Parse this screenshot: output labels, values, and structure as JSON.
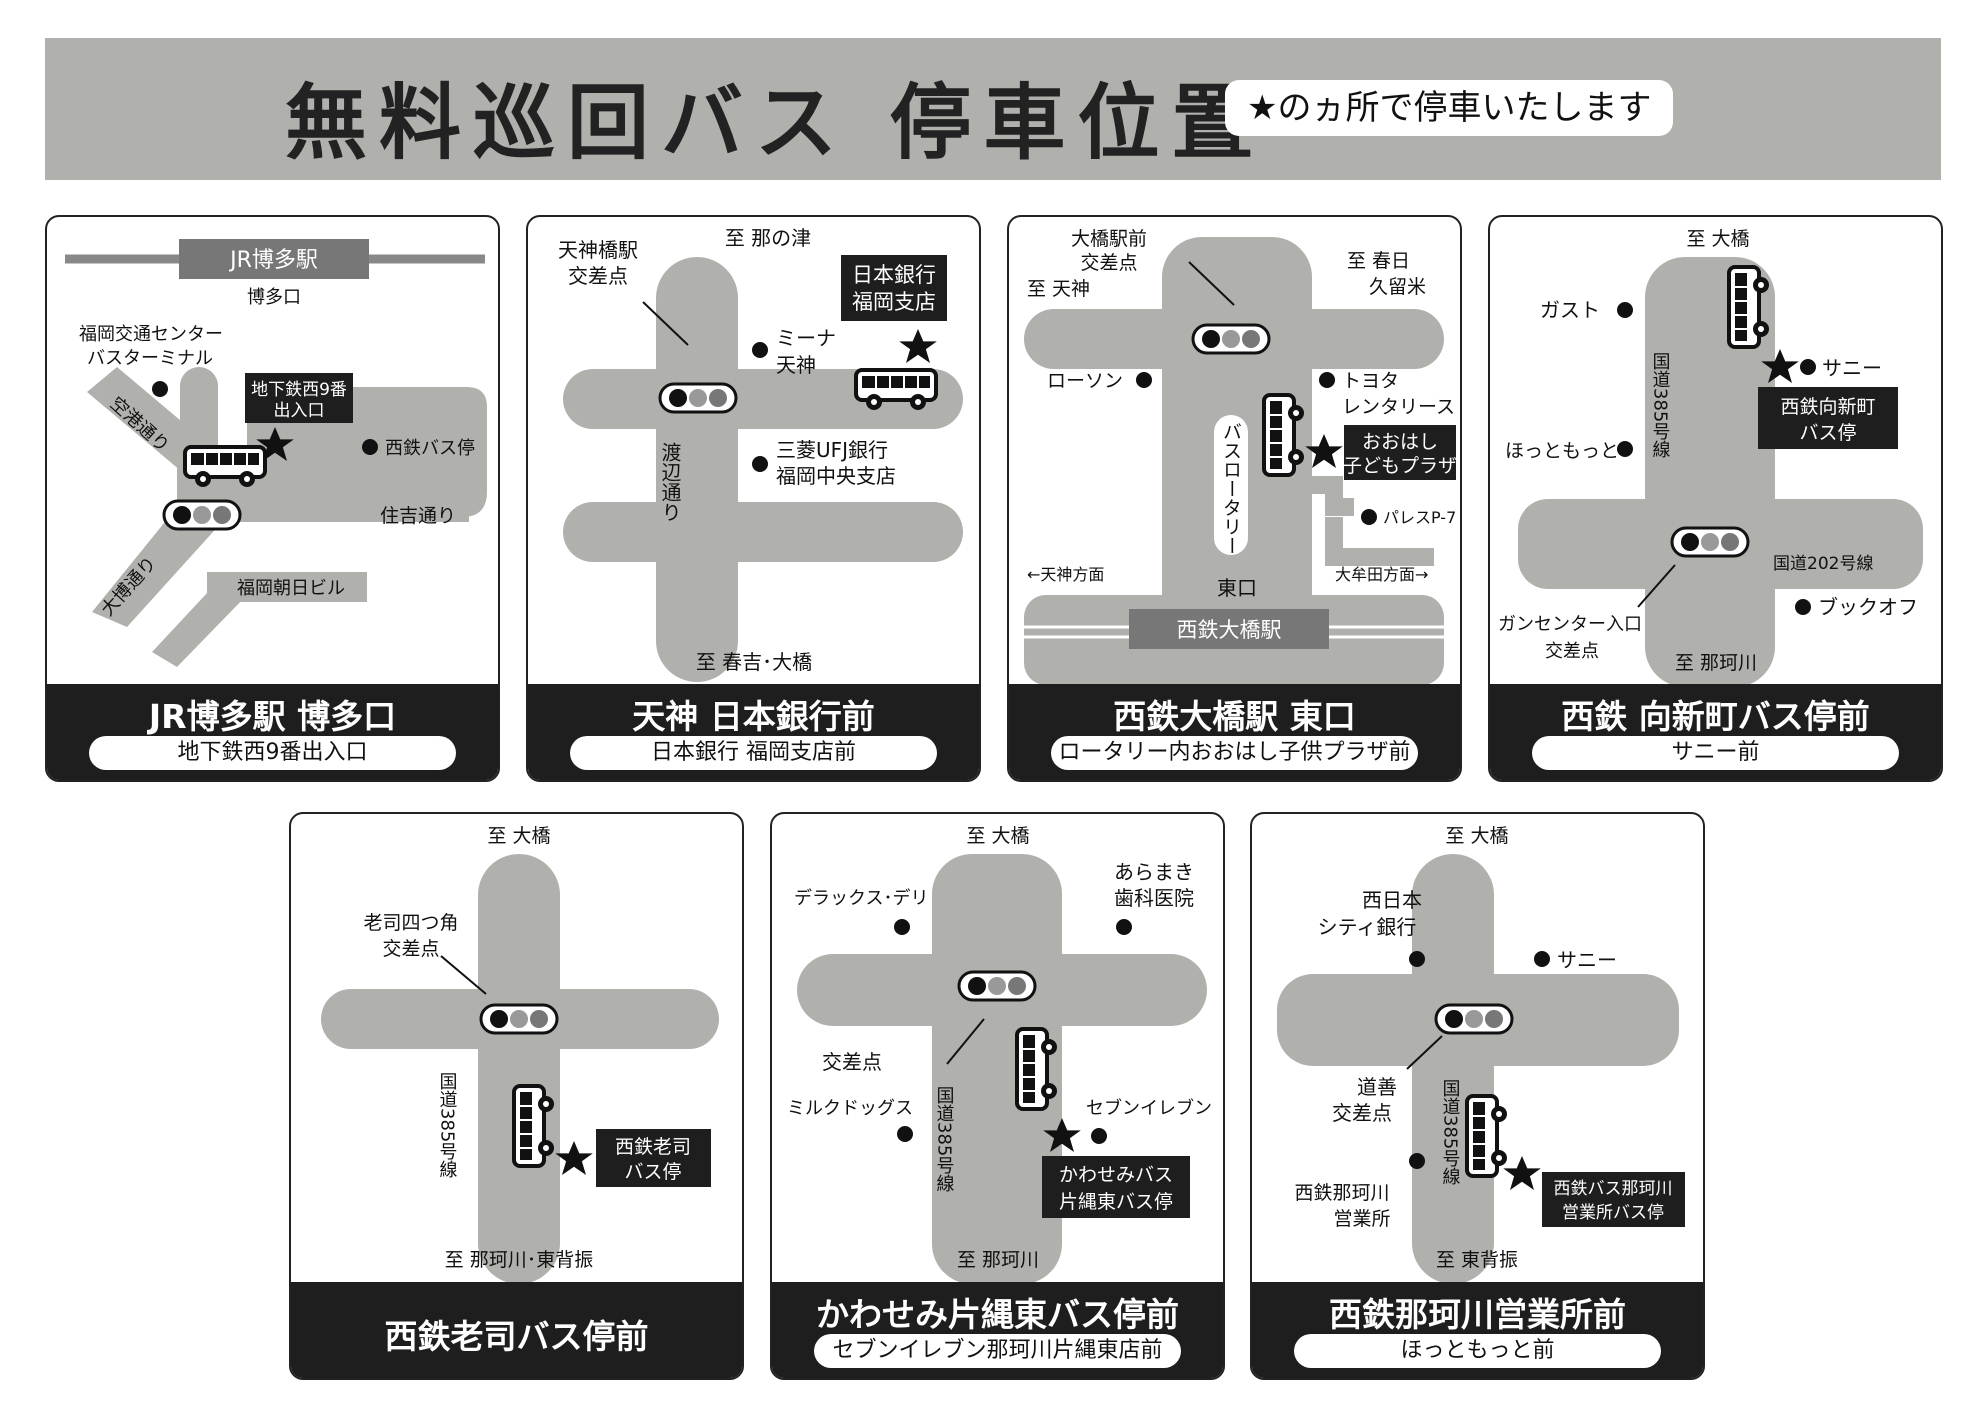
{
  "header": {
    "title": "無料巡回バス 停車位置",
    "note": "★のヵ所で停車いたします"
  },
  "colors": {
    "road": "#b0b1ad",
    "dark": "#1e1e1e",
    "light_gray": "#b0b1ad"
  },
  "cards": [
    {
      "title": "JR博多駅 博多口",
      "subtitle": "地下鉄西9番出入口",
      "labels": {
        "station": "JR博多駅",
        "exit": "博多口",
        "center1": "福岡交通センター",
        "center2": "バスターミナル",
        "subway1": "地下鉄西9番",
        "subway2": "出入口",
        "nishitetsu_stop": "西鉄バス停",
        "airport_st": "空港通り",
        "sumiyoshi_st": "住吉通り",
        "ohaku_st": "大博通り",
        "asahi_bldg": "福岡朝日ビル"
      }
    },
    {
      "title": "天神 日本銀行前",
      "subtitle": "日本銀行 福岡支店前",
      "labels": {
        "to_north": "至 那の津",
        "crossing1": "天神橋駅",
        "crossing2": "交差点",
        "boj1": "日本銀行",
        "boj2": "福岡支店",
        "mina1": "ミーナ",
        "mina2": "天神",
        "watanabe": "渡辺通り",
        "ufj1": "三菱UFJ銀行",
        "ufj2": "福岡中央支店",
        "to_south": "至 春吉･大橋"
      }
    },
    {
      "title": "西鉄大橋駅 東口",
      "subtitle": "ロータリー内おおはし子供プラザ前",
      "labels": {
        "crossing1": "大橋駅前",
        "crossing2": "交差点",
        "to_tenjin": "至 天神",
        "to_kasuga1": "至 春日",
        "to_kasuga2": "久留米",
        "lawson": "ローソン",
        "toyota1": "トヨタ",
        "toyota2": "レンタリース",
        "rotary": "バスロータリー",
        "plaza1": "おおはし",
        "plaza2": "子どもプラザ",
        "palace": "パレスP-7",
        "tenjin_dir": "←天神方面",
        "omuta_dir": "大牟田方面→",
        "east_exit": "東口",
        "station": "西鉄大橋駅"
      }
    },
    {
      "title": "西鉄 向新町バス停前",
      "subtitle": "サニー前",
      "labels": {
        "to_ohashi": "至 大橋",
        "gusto": "ガスト",
        "sunny": "サニー",
        "stop1": "西鉄向新町",
        "stop2": "バス停",
        "hotto": "ほっともっと",
        "route385": "国道385号線",
        "route202": "国道202号線",
        "crossing1": "ガンセンター入口",
        "crossing2": "交差点",
        "bookoff": "ブックオフ",
        "to_nakagawa": "至 那珂川"
      }
    },
    {
      "title": "西鉄老司バス停前",
      "subtitle": "",
      "labels": {
        "to_ohashi": "至 大橋",
        "crossing1": "老司四つ角",
        "crossing2": "交差点",
        "route385": "国道385号線",
        "stop1": "西鉄老司",
        "stop2": "バス停",
        "to_south": "至 那珂川･東背振"
      }
    },
    {
      "title": "かわせみ片縄東バス停前",
      "subtitle": "セブンイレブン那珂川片縄東店前",
      "labels": {
        "to_ohashi": "至 大橋",
        "deluxe": "デラックス･デリ",
        "dental1": "あらまき",
        "dental2": "歯科医院",
        "crossing": "交差点",
        "milk": "ミルクドッグス",
        "route385": "国道385号線",
        "seven": "セブンイレブン",
        "stop1": "かわせみバス",
        "stop2": "片縄東バス停",
        "to_nakagawa": "至 那珂川"
      }
    },
    {
      "title": "西鉄那珂川営業所前",
      "subtitle": "ほっともっと前",
      "labels": {
        "to_ohashi": "至 大橋",
        "bank1": "西日本",
        "bank2": "シティ銀行",
        "sunny": "サニー",
        "crossing1": "道善",
        "crossing2": "交差点",
        "route385": "国道385号線",
        "office1": "西鉄那珂川",
        "office2": "営業所",
        "stop1": "西鉄バス那珂川",
        "stop2": "営業所バス停",
        "to_south": "至 東背振"
      }
    }
  ]
}
